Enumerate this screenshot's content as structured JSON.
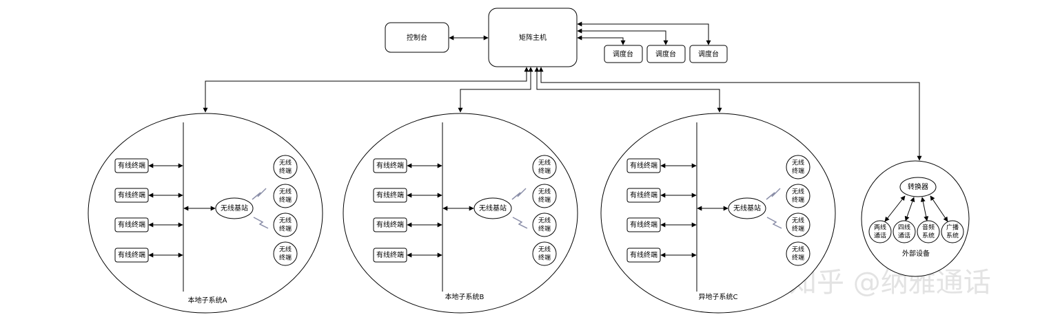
{
  "top": {
    "console": "控制台",
    "matrix_host": "矩阵主机",
    "dispatch": [
      "调度台",
      "调度台",
      "调度台"
    ]
  },
  "subsystems": [
    {
      "title": "本地子系统A",
      "wired": [
        "有线终端",
        "有线终端",
        "有线终端",
        "有线终端"
      ],
      "base_station": "无线基站",
      "wireless": [
        [
          "无线",
          "终端"
        ],
        [
          "无线",
          "终端"
        ],
        [
          "无线",
          "终端"
        ],
        [
          "无线",
          "终端"
        ]
      ]
    },
    {
      "title": "本地子系统B",
      "wired": [
        "有线终端",
        "有线终端",
        "有线终端",
        "有线终端"
      ],
      "base_station": "无线基站",
      "wireless": [
        [
          "无线",
          "终端"
        ],
        [
          "无线",
          "终端"
        ],
        [
          "无线",
          "终端"
        ],
        [
          "无线",
          "终端"
        ]
      ]
    },
    {
      "title": "异地子系统C",
      "wired": [
        "有线终端",
        "有线终端",
        "有线终端",
        "有线终端"
      ],
      "base_station": "无线基站",
      "wireless": [
        [
          "无线",
          "终端"
        ],
        [
          "无线",
          "终端"
        ],
        [
          "无线",
          "终端"
        ],
        [
          "无线",
          "终端"
        ]
      ]
    }
  ],
  "external": {
    "title": "外部设备",
    "converter": "转换器",
    "devices": [
      [
        "两线",
        "通话"
      ],
      [
        "四线",
        "通话"
      ],
      [
        "音频",
        "系统"
      ],
      [
        "广播",
        "系统"
      ]
    ]
  },
  "watermark": "知乎 @纳雅通话"
}
